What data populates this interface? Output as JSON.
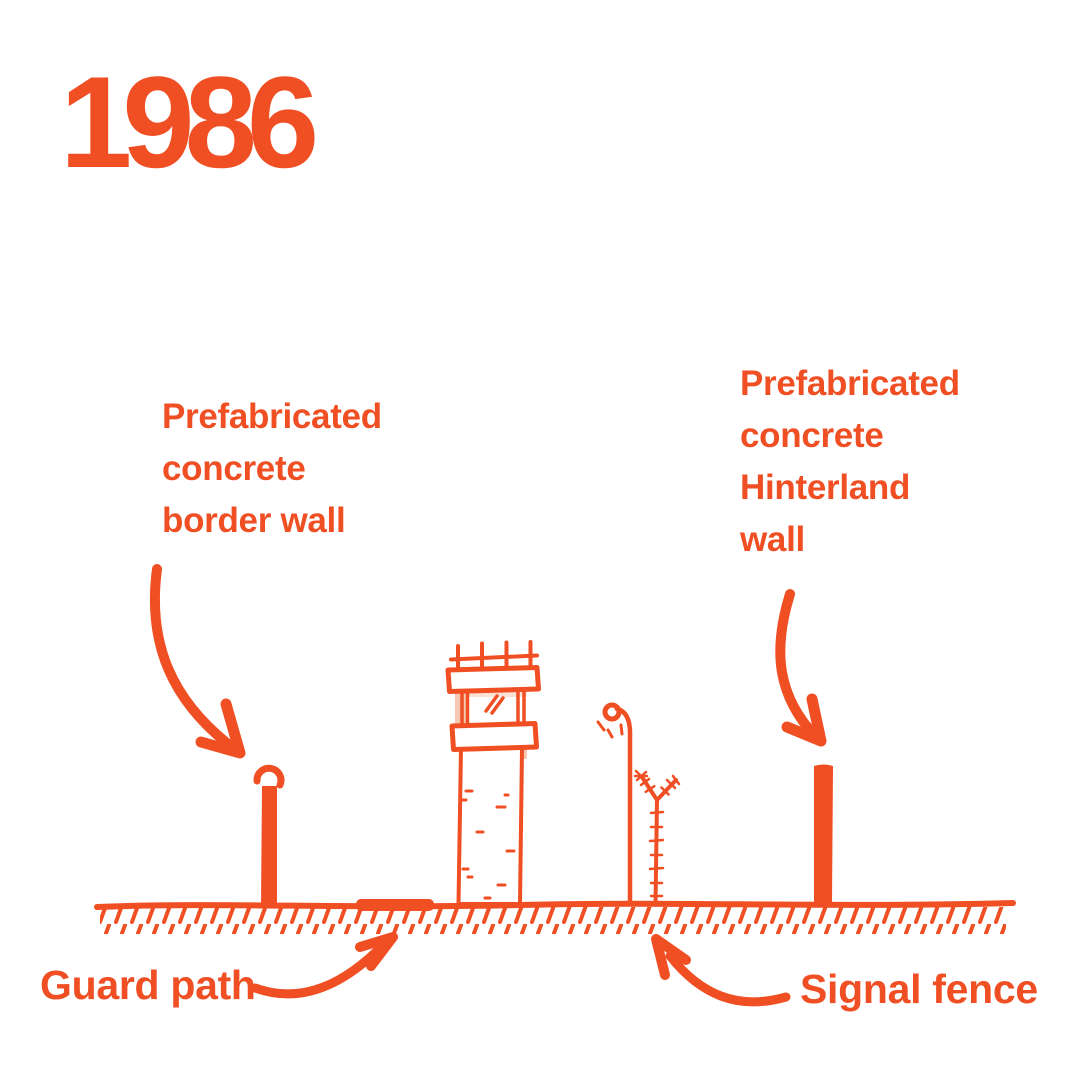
{
  "title": "1986",
  "labels": {
    "border_wall": [
      "Prefabricated",
      "concrete",
      "border wall"
    ],
    "hinterland_wall": [
      "Prefabricated",
      "concrete",
      "Hinterland",
      "wall"
    ],
    "guard_path": "Guard path",
    "signal_fence": "Signal fence"
  },
  "colors": {
    "accent": "#F04E23",
    "shade": "#F9C8B2",
    "background": "#FFFFFF"
  }
}
